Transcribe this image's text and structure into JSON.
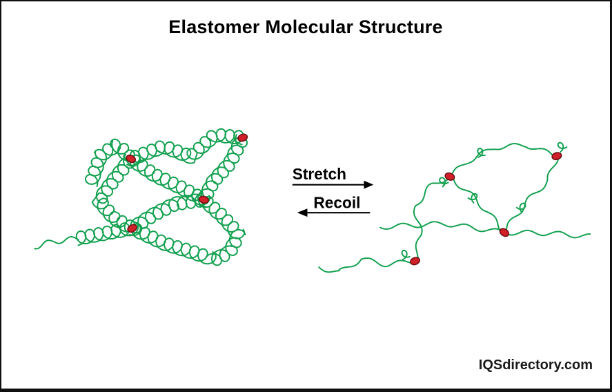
{
  "title": "Elastomer Molecular Structure",
  "labels": {
    "stretch": "Stretch",
    "recoil": "Recoil"
  },
  "watermark": "IQSdirectory.com",
  "colors": {
    "chain": "#12a04f",
    "crosslink": "#d1202a",
    "crosslink_edge": "#6e1013",
    "text": "#000000"
  },
  "diagram": {
    "left_structure": "coiled polymer network",
    "right_structure": "stretched polymer network",
    "crosslink_count_left": 4,
    "crosslink_count_right": 4
  }
}
